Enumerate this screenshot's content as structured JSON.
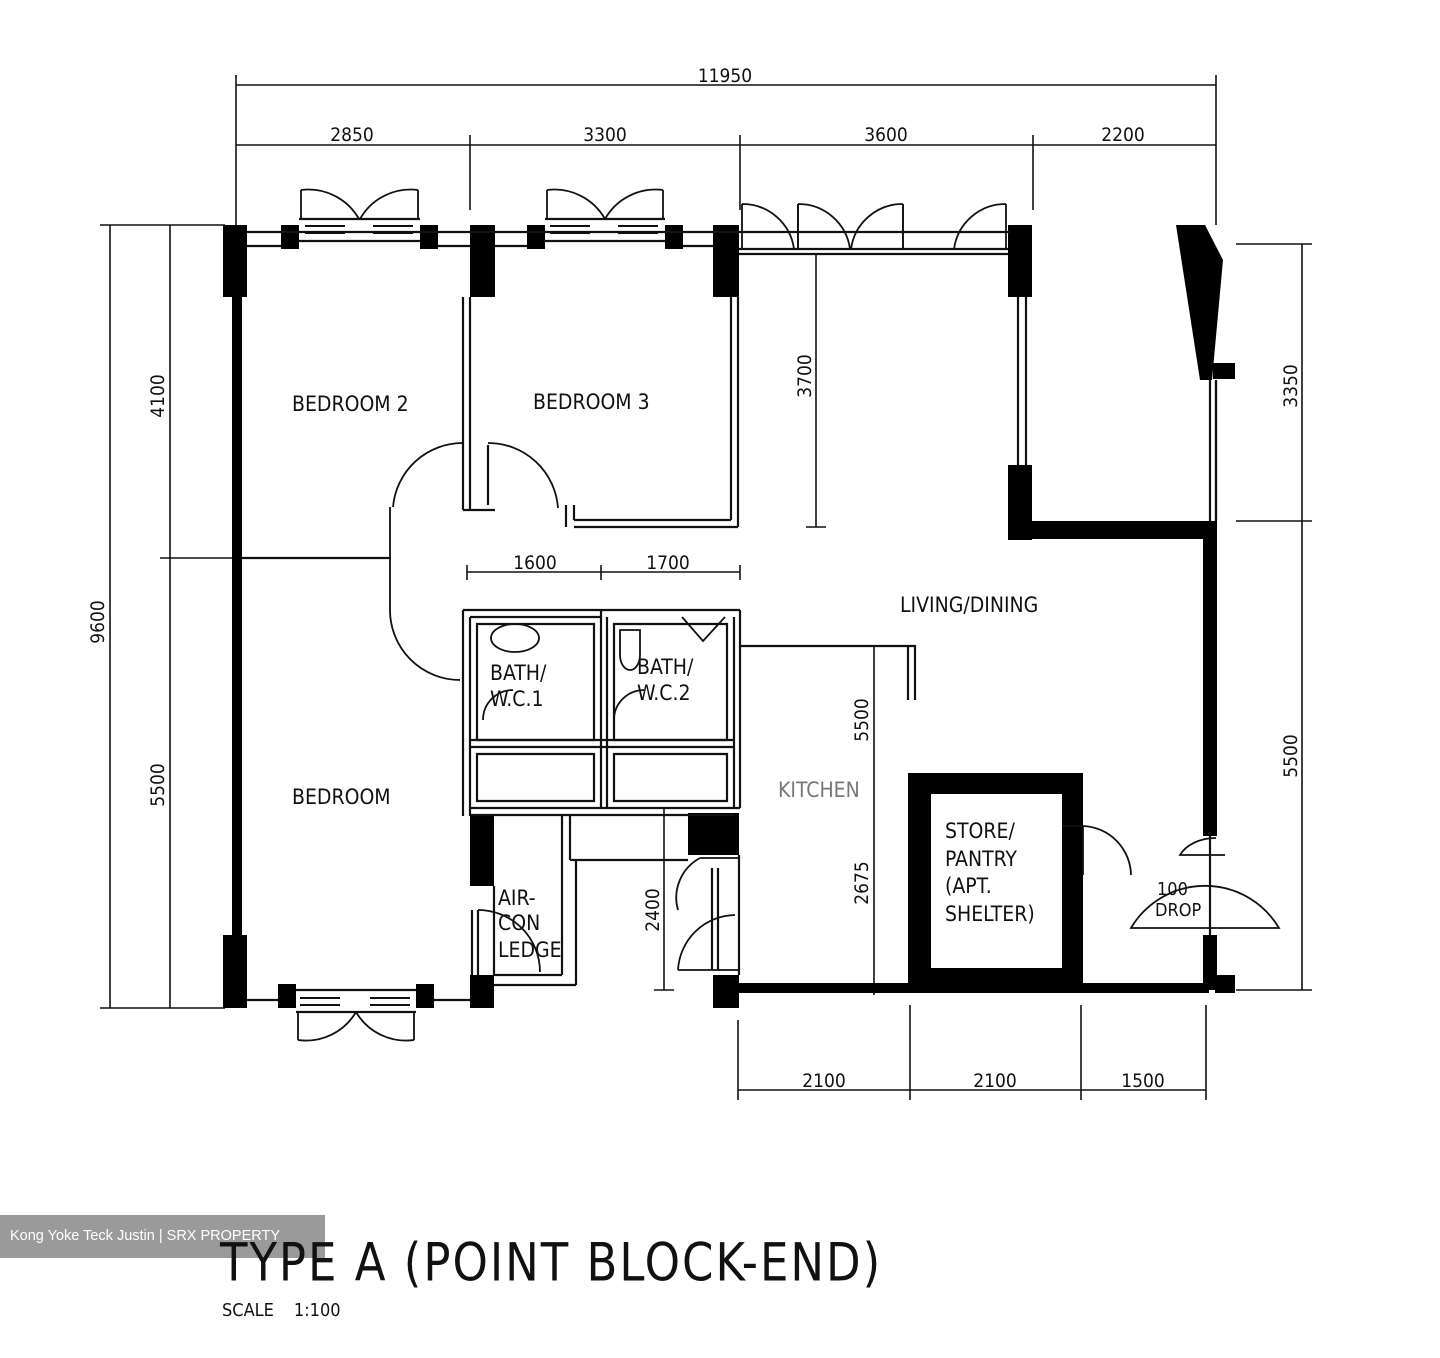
{
  "plan": {
    "title": "TYPE A (POINT BLOCK-END)",
    "scale_label": "SCALE",
    "scale_value": "1:100",
    "attribution": "Kong Yoke Teck Justin | SRX PROPERTY",
    "rooms": {
      "bedroom2": "BEDROOM 2",
      "bedroom3": "BEDROOM 3",
      "master": "BEDROOM",
      "living": "LIVING/DINING",
      "bath1_a": "BATH/",
      "bath1_b": "W.C.1",
      "bath2_a": "BATH/",
      "bath2_b": "W.C.2",
      "aircon_a": "AIR-",
      "aircon_b": "CON",
      "aircon_c": "LEDGE",
      "kitchen": "KITCHEN",
      "store_a": "STORE/",
      "store_b": "PANTRY",
      "store_c": "(APT.",
      "store_d": "SHELTER)",
      "drop_a": "100",
      "drop_b": "DROP"
    },
    "dimensions": {
      "top_total": "11950",
      "top_1": "2850",
      "top_2": "3300",
      "top_3": "3600",
      "top_4": "2200",
      "left_total": "9600",
      "left_upper": "4100",
      "left_lower": "5500",
      "living_depth": "3700",
      "right_upper": "3350",
      "right_lower": "5500",
      "bath_1": "1600",
      "bath_2": "1700",
      "kitchen_len": "5500",
      "kitchen_lower": "2675",
      "aircon_depth": "2400",
      "bottom_1": "2100",
      "bottom_2": "2100",
      "bottom_3": "1500"
    },
    "colors": {
      "ink": "#111111",
      "wall": "#000000",
      "paper": "#ffffff"
    }
  }
}
